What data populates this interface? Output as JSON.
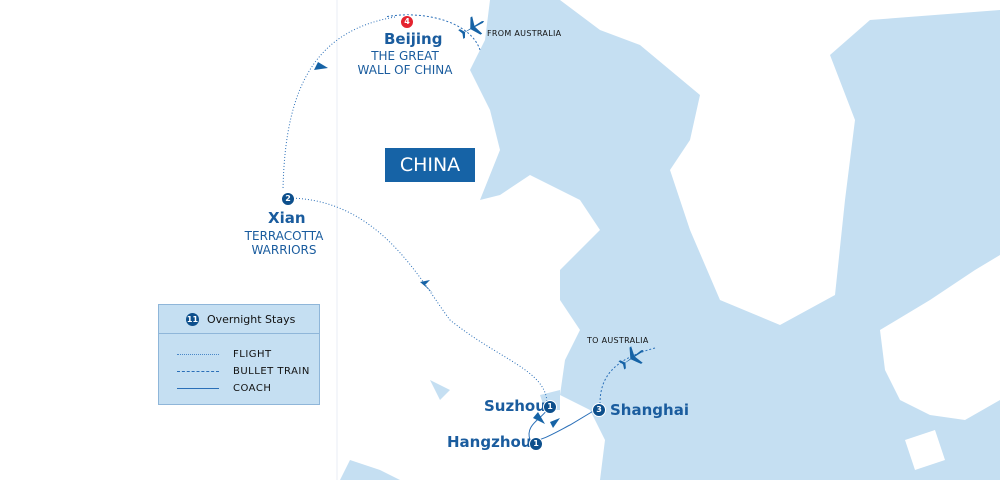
{
  "colors": {
    "sea": "#c5dff2",
    "land": "#ffffff",
    "accent": "#1663a6",
    "route": "#2a6fb8",
    "badge": "#0d4f8c",
    "badge_highlight": "#e4232f"
  },
  "country": "CHINA",
  "cities": [
    {
      "name": "Beijing",
      "subtitle": "THE GREAT WALL OF CHINA",
      "nights": "4"
    },
    {
      "name": "Xian",
      "subtitle": "TERRACOTTA WARRIORS",
      "nights": "2"
    },
    {
      "name": "Suzhou",
      "nights": "1"
    },
    {
      "name": "Hangzhou",
      "nights": "1"
    },
    {
      "name": "Shanghai",
      "nights": "3"
    }
  ],
  "annotations": {
    "from": "FROM AUSTRALIA",
    "to": "TO AUSTRALIA"
  },
  "icons": [
    "plane-icon",
    "plane-icon",
    "arrow-icon"
  ],
  "legend": {
    "badge": "11",
    "title": "Overnight Stays",
    "items": [
      "FLIGHT",
      "BULLET TRAIN",
      "COACH"
    ]
  }
}
